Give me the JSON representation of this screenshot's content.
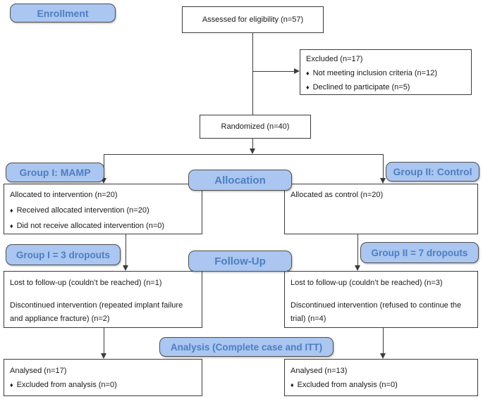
{
  "diagram": {
    "bullet_char": "♦",
    "stages": {
      "enrollment": "Enrollment",
      "allocation": "Allocation",
      "followup": "Follow-Up",
      "analysis": "Analysis (Complete case and ITT)"
    },
    "groups": {
      "group1": "Group I: MAMP",
      "group2": "Group II: Control",
      "group1_dropouts": "Group I = 3 dropouts",
      "group2_dropouts": "Group II = 7 dropouts"
    },
    "boxes": {
      "assessed": {
        "title": "Assessed for eligibility (n=57)"
      },
      "excluded": {
        "title": "Excluded (n=17)",
        "bullets": [
          "Not meeting inclusion criteria (n=12)",
          "Declined to participate (n=5)"
        ]
      },
      "randomized": {
        "title": "Randomized (n=40)"
      },
      "allocated_intervention": {
        "title": "Allocated to intervention (n=20)",
        "bullets": [
          "Received allocated intervention (n=20)",
          "Did not receive allocated intervention (n=0)"
        ]
      },
      "allocated_control": {
        "title": "Allocated as control (n=20)"
      },
      "followup_intervention": {
        "lines": [
          "Lost to follow-up (couldn’t be reached) (n=1)",
          "Discontinued intervention (repeated implant failure and appliance fracture) (n=2)"
        ]
      },
      "followup_control": {
        "lines": [
          "Lost to follow-up (couldn’t be reached) (n=3)",
          "Discontinued intervention (refused to continue the trial) (n=4)"
        ]
      },
      "analysed_intervention": {
        "title": "Analysed (n=17)",
        "bullets": [
          "Excluded from analysis (n=0)"
        ]
      },
      "analysed_control": {
        "title": "Analysed (n=13)",
        "bullets": [
          "Excluded from analysis (n=0)"
        ]
      }
    },
    "colors": {
      "stage_label_fill": "#aac6f1",
      "stage_label_text": "#4d7ec0",
      "stage_label_border": "#4f4f4f",
      "box_border": "#3c3c3c",
      "connector": "#3c3c3c",
      "body_text": "#1a1a1a"
    }
  }
}
